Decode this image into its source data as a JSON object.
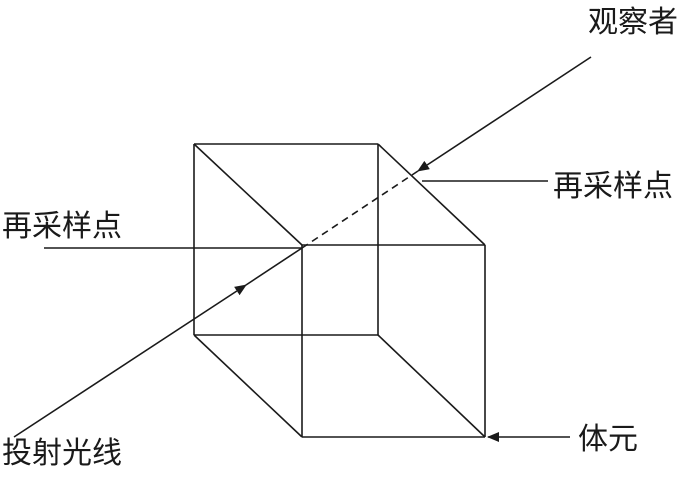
{
  "labels": {
    "observer": "观察者",
    "resample_right": "再采样点",
    "resample_left": "再采样点",
    "projection_ray": "投射光线",
    "voxel": "体元"
  }
}
